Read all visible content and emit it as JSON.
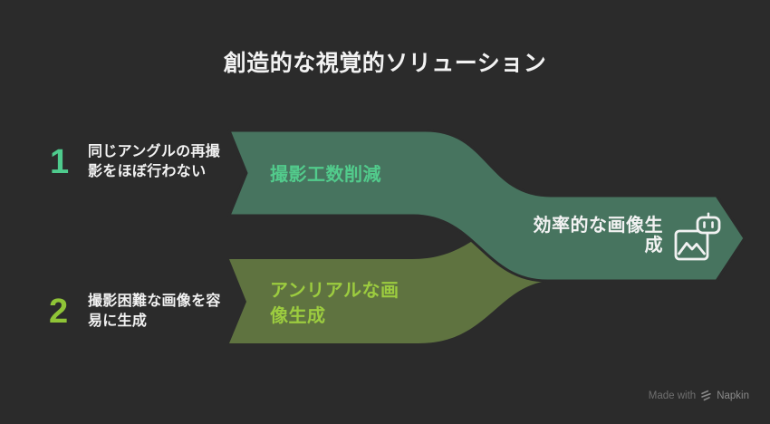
{
  "colors": {
    "background": "#2b2b2b",
    "ribbon_top": "#47745f",
    "ribbon_bottom": "#5f7340",
    "accent_mint": "#52cb8c",
    "accent_lime": "#9ccc3f",
    "number1_color": "#4ecb8d",
    "number2_color": "#8fc437",
    "text_primary": "#f2f2f2",
    "icon_stroke": "#f2f2f2",
    "footer_text": "#6f6f6f",
    "footer_brand": "#8a8a8a"
  },
  "title": "創造的な視覚的ソリューション",
  "items": [
    {
      "number": "1",
      "lines": [
        "同じアングルの再撮",
        "影をほぼ行わない"
      ]
    },
    {
      "number": "2",
      "lines": [
        "撮影困難な画像を容",
        "易に生成"
      ]
    }
  ],
  "ribbons": [
    {
      "lines": [
        "撮影工数削減"
      ]
    },
    {
      "lines": [
        "アンリアルな画",
        "像生成"
      ]
    }
  ],
  "result": {
    "lines": [
      "効率的な画像生",
      "成"
    ],
    "icon": "ai-image-icon"
  },
  "footer": {
    "made_with": "Made with",
    "brand": "Napkin",
    "icon": "napkin-logo-icon"
  }
}
